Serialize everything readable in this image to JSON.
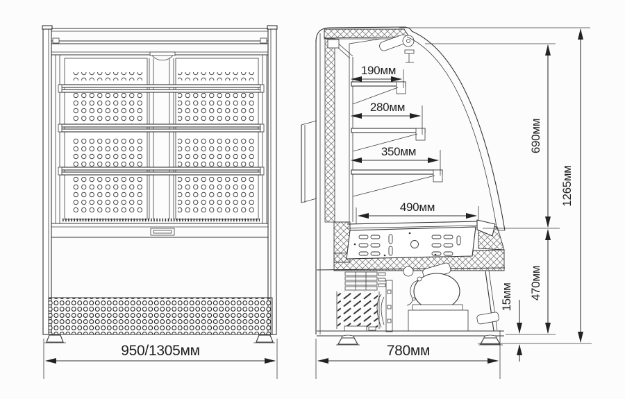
{
  "drawing": {
    "type": "technical-dimension-drawing",
    "subject": "refrigerated confectionery display case",
    "colors": {
      "line": "#333333",
      "background": "#fcfcfc",
      "text": "#222222"
    }
  },
  "front_view": {
    "name": "front-view",
    "width_dim": "950/1305мм"
  },
  "side_view": {
    "name": "side-section-view",
    "shelf_dims": [
      "190мм",
      "280мм",
      "350мм",
      "490мм"
    ],
    "depth_dim": "780мм",
    "height_dims": {
      "opening": "690мм",
      "total": "1265мм",
      "base": "470мм",
      "clearance": "15мм"
    }
  }
}
